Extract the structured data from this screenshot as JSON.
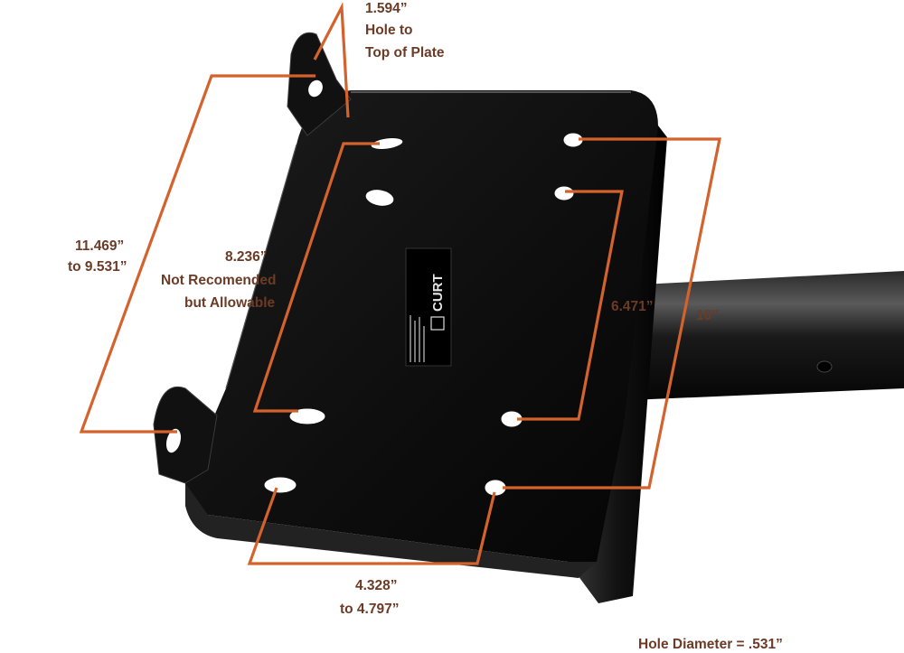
{
  "brand": {
    "logo_text": "CURT"
  },
  "dimensions": {
    "hole_to_top": {
      "value": "1.594”",
      "line1": "Hole to",
      "line2": "Top of Plate"
    },
    "outer_width": {
      "value": "11.469”",
      "range": "to 9.531”"
    },
    "inner_width": {
      "value": "8.236”",
      "note1": "Not Recomended",
      "note2": "but Allowable"
    },
    "inner_depth": {
      "value": "6.471”"
    },
    "outer_depth": {
      "value": "10”"
    },
    "slot_spacing": {
      "value": "4.328”",
      "range": "to 4.797”"
    },
    "hole_diameter": {
      "text": "Hole Diameter = .531”"
    }
  },
  "colors": {
    "leader_line": "#d4622c",
    "label_text": "#6b3b26",
    "plate": "#0c0c0c",
    "background": "#ffffff"
  }
}
